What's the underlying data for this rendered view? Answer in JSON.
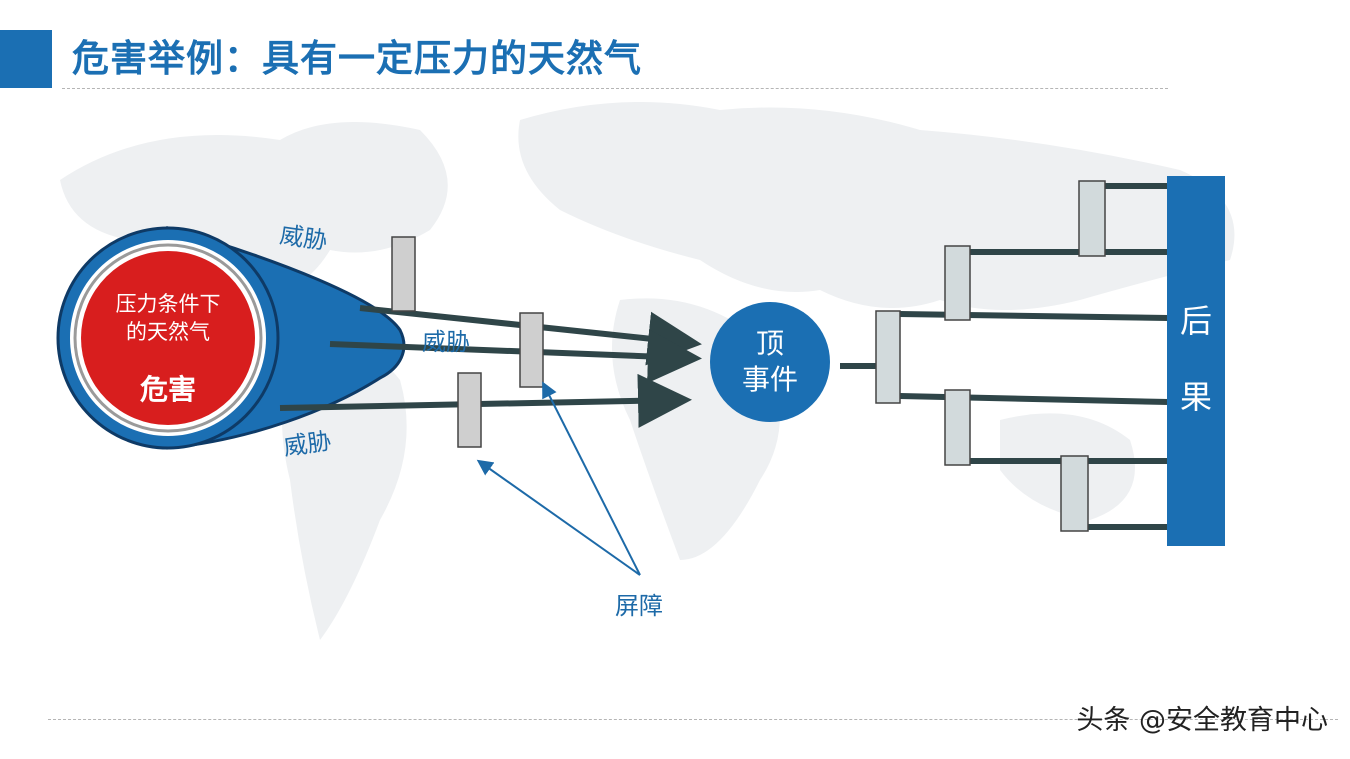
{
  "title": "危害举例：具有一定压力的天然气",
  "hazard": {
    "subtitle_line1": "压力条件下",
    "subtitle_line2": "的天然气",
    "label": "危害"
  },
  "threat_labels": [
    "威胁",
    "威胁",
    "威胁"
  ],
  "top_event": {
    "line1": "顶",
    "line2": "事件"
  },
  "consequence": {
    "char1": "后",
    "char2": "果"
  },
  "barrier_label": "屏障",
  "watermark": "头条 @安全教育中心",
  "colors": {
    "brand_blue": "#1b6fb3",
    "hazard_red": "#d81e1e",
    "line_dark": "#2f4548",
    "barrier_fill": "#d2dadc"
  }
}
